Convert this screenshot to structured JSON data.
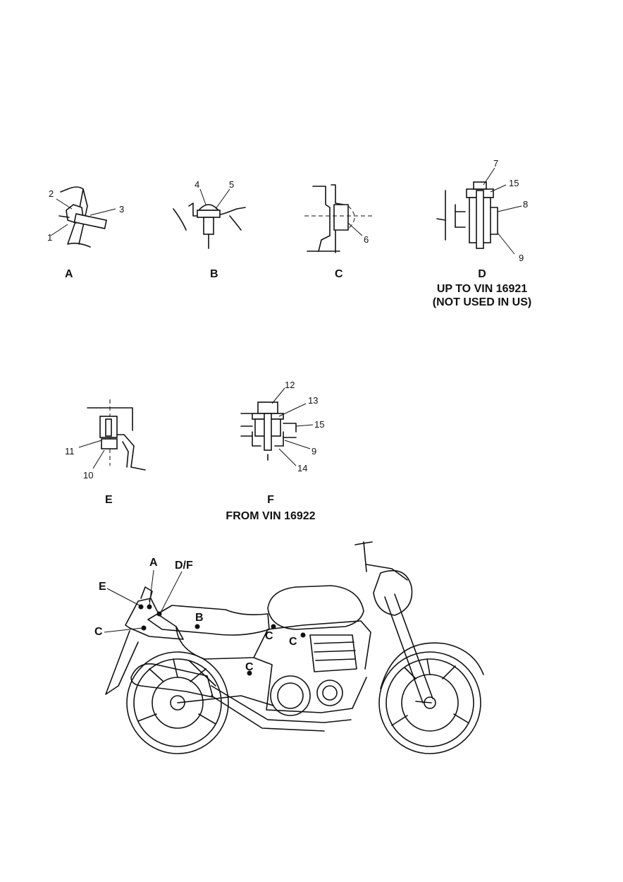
{
  "details": {
    "A": {
      "caption": "A",
      "callouts": [
        "1",
        "2",
        "3"
      ]
    },
    "B": {
      "caption": "B",
      "callouts": [
        "4",
        "5"
      ]
    },
    "C": {
      "caption": "C",
      "callouts": [
        "6"
      ]
    },
    "D": {
      "caption": "D",
      "note_1": "UP TO VIN 16921",
      "note_2": "(NOT USED IN US)",
      "callouts": [
        "7",
        "15",
        "8",
        "9"
      ]
    },
    "E": {
      "caption": "E",
      "callouts": [
        "11",
        "10"
      ]
    },
    "F": {
      "caption": "F",
      "note_1": "FROM VIN 16922",
      "callouts": [
        "12",
        "13",
        "15",
        "9",
        "14"
      ]
    }
  },
  "bike_labels": {
    "a": "A",
    "df": "D/F",
    "e": "E",
    "c_rear": "C",
    "b": "B",
    "c_mid_1": "C",
    "c_mid_2": "C",
    "c_low": "C"
  }
}
